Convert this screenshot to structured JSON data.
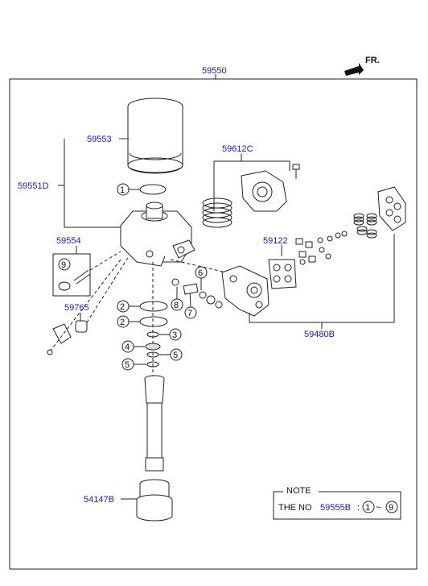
{
  "header": {
    "direction_label": "FR."
  },
  "assembly_label": "59550",
  "part_labels": {
    "filter_cartridge": "59553",
    "housing": "59551D",
    "valve_kit": "59612C",
    "fitting_kit": "59554",
    "heater": "59765",
    "gasket": "59122",
    "governor": "59480B",
    "tube": "54147B"
  },
  "callouts": [
    "1",
    "2",
    "2",
    "3",
    "4",
    "5",
    "5",
    "6",
    "7",
    "8",
    "9"
  ],
  "note": {
    "title": "NOTE",
    "prefix": "THE NO",
    "part": "59555B",
    "sep": ":",
    "range_start": "1",
    "range_tilde": "~",
    "range_end": "9"
  },
  "colors": {
    "label_blue": "#1a22b0",
    "line": "#222222"
  }
}
